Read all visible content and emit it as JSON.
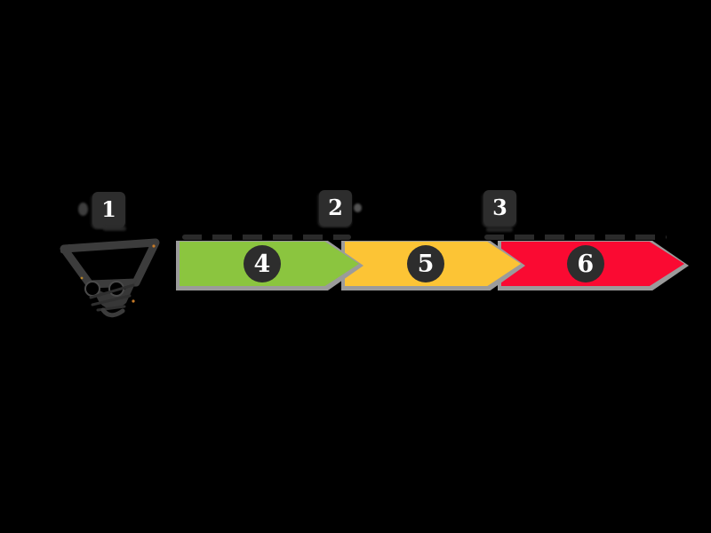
{
  "diagram": {
    "type": "process-flow",
    "background": "#000000",
    "markers": [
      {
        "label": "1"
      },
      {
        "label": "2"
      },
      {
        "label": "3"
      }
    ],
    "steps": [
      {
        "label": "4",
        "color": "#8BC53F"
      },
      {
        "label": "5",
        "color": "#FCC435"
      },
      {
        "label": "6",
        "color": "#FA0A32"
      }
    ],
    "icon": {
      "name": "hand-drawn-doodle-sketch",
      "stroke_color": "#3C3C3C"
    },
    "style": {
      "marker_bg": "#2D2D2D",
      "circle_bg": "#2D2D2D",
      "number_color": "#FFFFFF",
      "shadow_color": "#9B9B9B"
    }
  }
}
